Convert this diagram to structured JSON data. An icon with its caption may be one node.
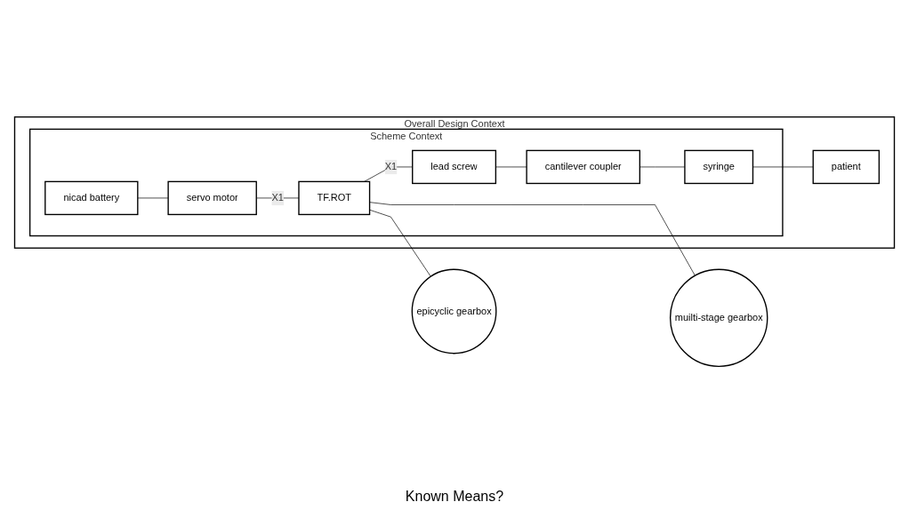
{
  "diagram": {
    "nodes": [
      {
        "text": [
          "Overall Design Context"
        ]
      },
      {
        "text": [
          "Scheme Context"
        ],
        "in": 0
      },
      {
        "text": [
          "nicad battery"
        ],
        "in": 1
      },
      {
        "text": [
          "servo motor"
        ],
        "in": 1
      },
      {
        "text": [
          "TF.ROT"
        ],
        "in": 1
      },
      {
        "text": [
          "lead screw"
        ],
        "in": 1
      },
      {
        "text": [
          "cantilever coupler"
        ],
        "in": 1
      },
      {
        "text": [
          "syringe"
        ],
        "in": 1
      },
      {
        "text": [
          "patient"
        ],
        "in": 0
      },
      {
        "text": [
          "epicyclic gearbox"
        ]
      },
      {
        "text": [
          "muilti-stage gearbox"
        ]
      }
    ],
    "edges": [
      {
        "from": 2,
        "to": 3,
        "arrow": "none"
      },
      {
        "from": 3,
        "to": 4,
        "label": "X1",
        "arrow": "none"
      },
      {
        "from": 4,
        "to": 5,
        "label": "X1",
        "arrow": "none"
      },
      {
        "from": 5,
        "to": 6,
        "arrow": "none"
      },
      {
        "from": 6,
        "to": 7,
        "arrow": "none"
      },
      {
        "from": 7,
        "to": 8,
        "arrow": "none"
      },
      {
        "from": 4,
        "to": 9,
        "arrow": "none"
      },
      {
        "from": 4,
        "to": 10,
        "arrow": "none"
      }
    ],
    "labels": [
      "Known Means?"
    ]
  }
}
